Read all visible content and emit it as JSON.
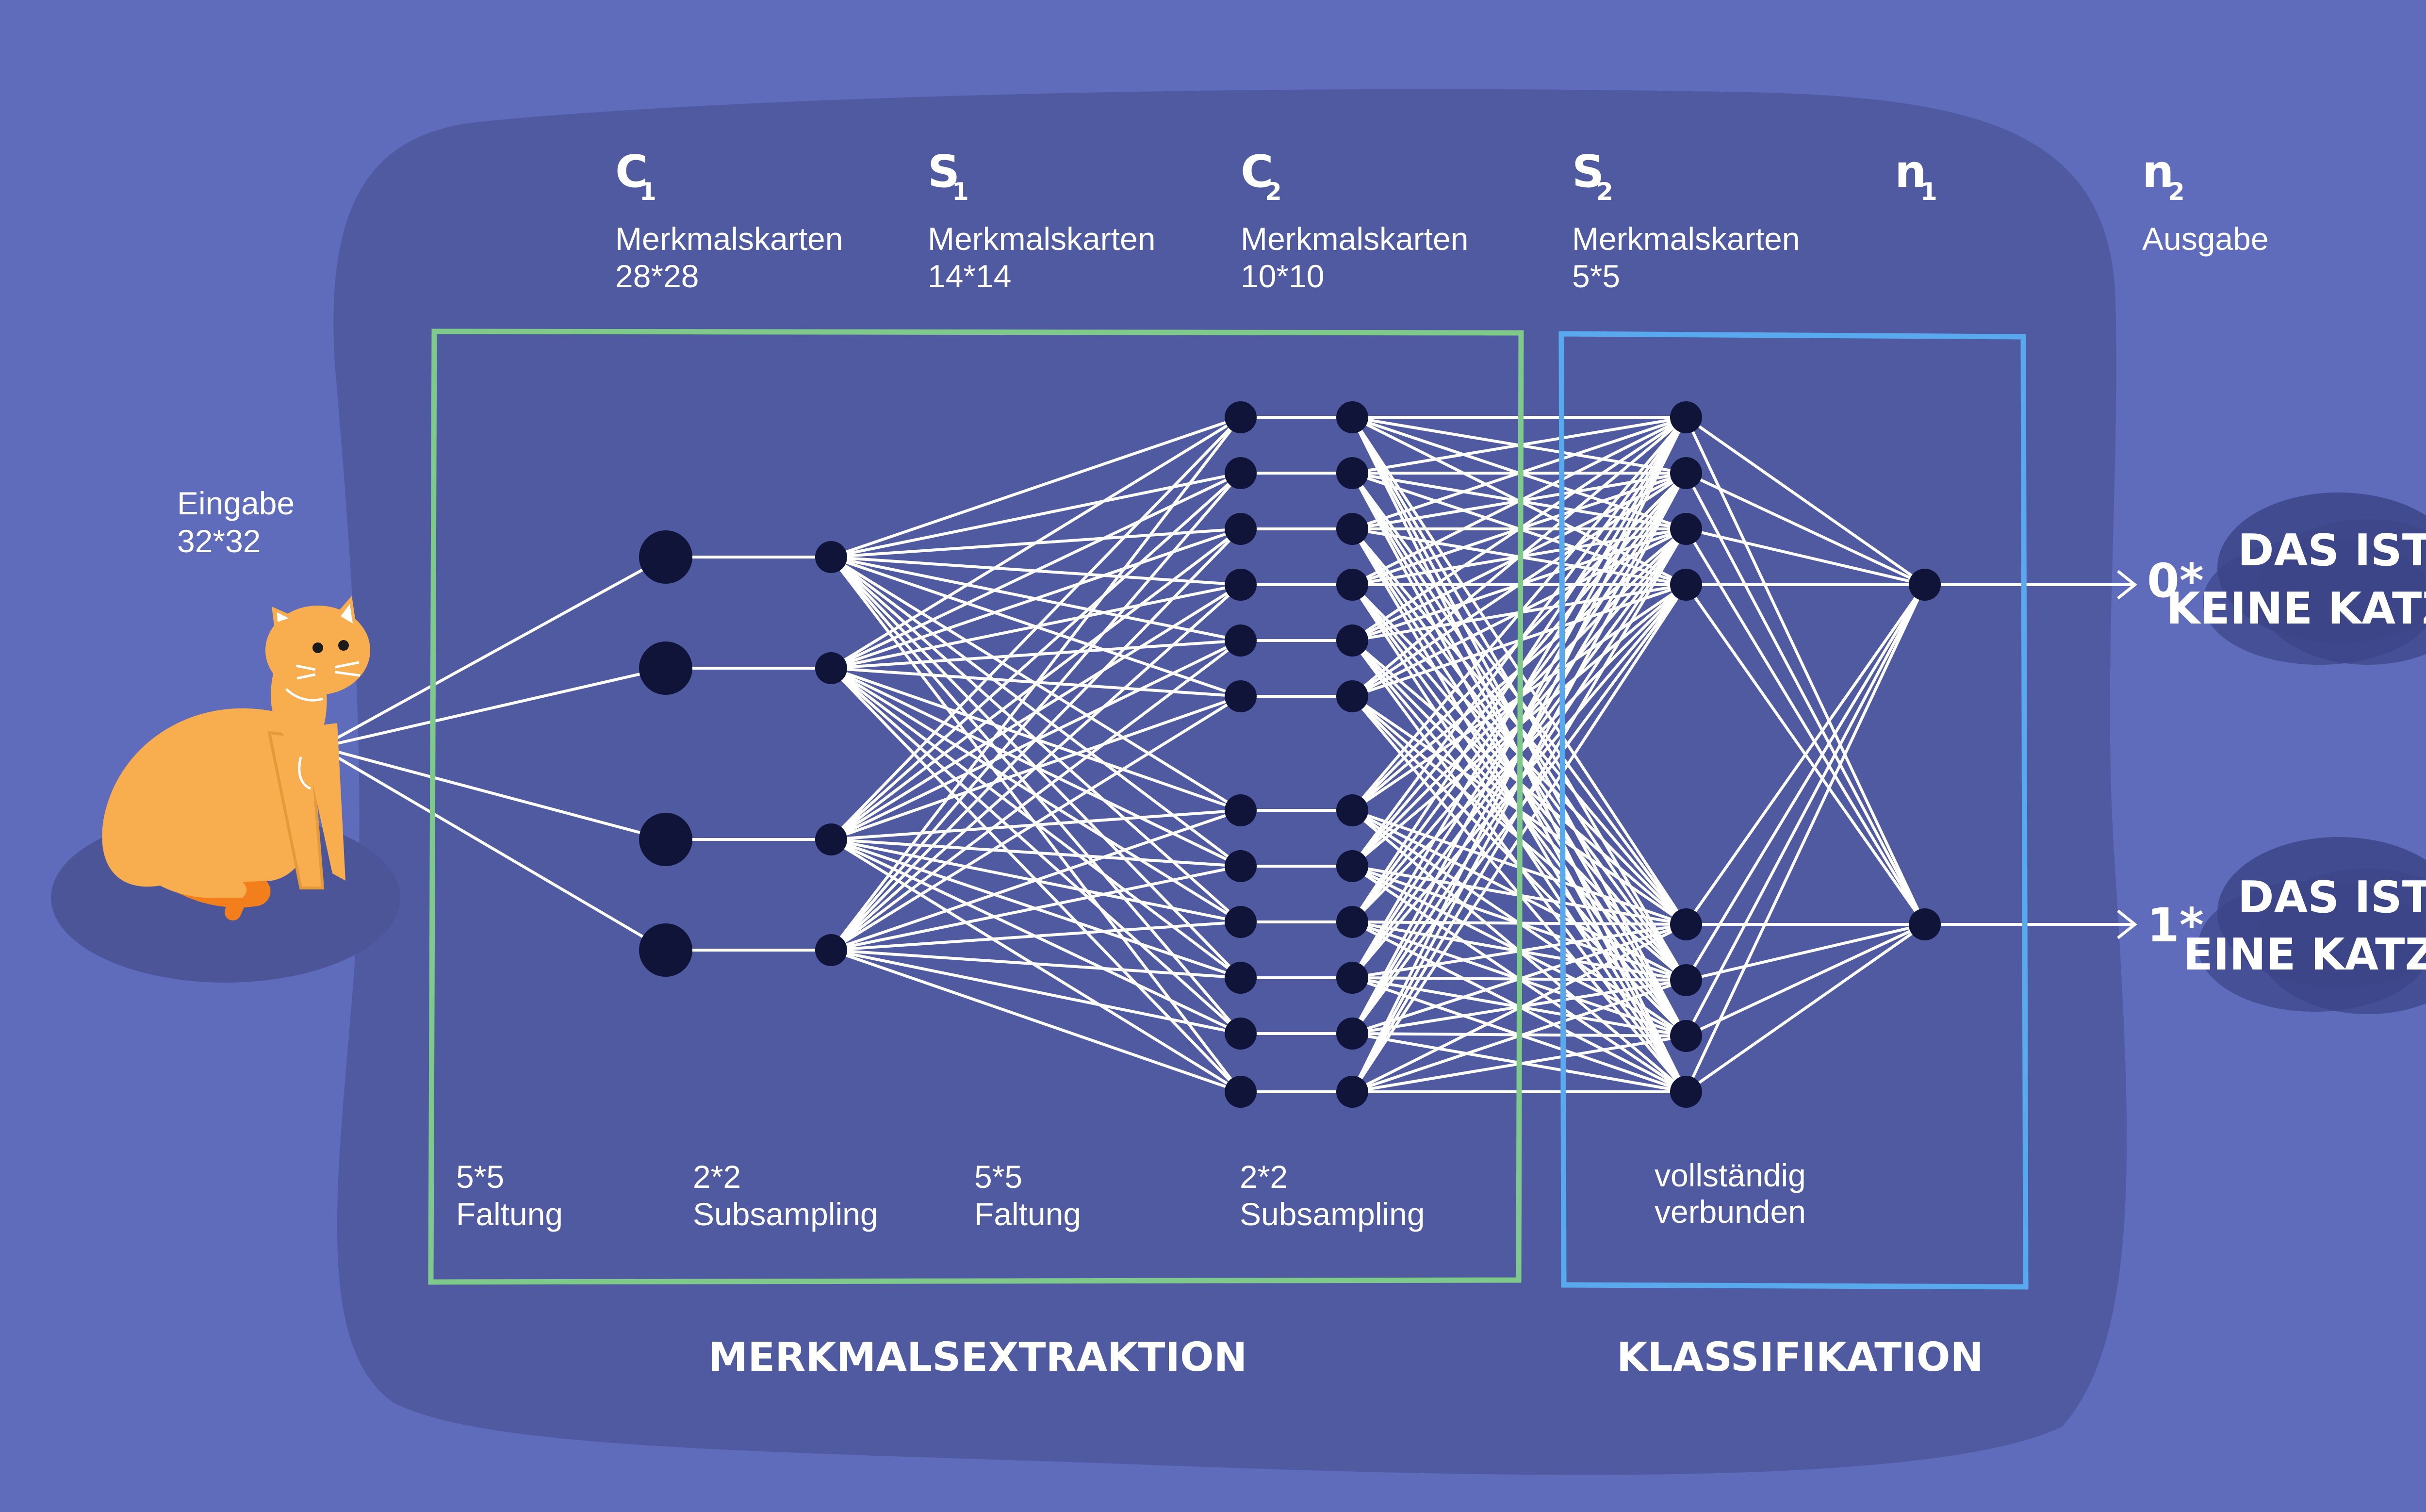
{
  "layers": [
    {
      "symbol": "C",
      "index": "1",
      "caption": "Merkmalskarten",
      "size": "28*28"
    },
    {
      "symbol": "S",
      "index": "1",
      "caption": "Merkmalskarten",
      "size": "14*14"
    },
    {
      "symbol": "C",
      "index": "2",
      "caption": "Merkmalskarten",
      "size": "10*10"
    },
    {
      "symbol": "S",
      "index": "2",
      "caption": "Merkmalskarten",
      "size": "5*5"
    },
    {
      "symbol": "n",
      "index": "1",
      "caption": "",
      "size": ""
    },
    {
      "symbol": "n",
      "index": "2",
      "caption": "Ausgabe",
      "size": ""
    }
  ],
  "input": {
    "label": "Eingabe",
    "size": "32*32"
  },
  "operations": [
    {
      "line1": "5*5",
      "line2": "Faltung"
    },
    {
      "line1": "2*2",
      "line2": "Subsampling"
    },
    {
      "line1": "5*5",
      "line2": "Faltung"
    },
    {
      "line1": "2*2",
      "line2": "Subsampling"
    },
    {
      "line1": "vollständig",
      "line2": "verbunden"
    }
  ],
  "sections": {
    "feature_extraction": "MERKMALSEXTRAKTION",
    "classification": "KLASSIFIKATION"
  },
  "outputs": [
    {
      "value": "0*",
      "line1": "DAS IST",
      "line2": "KEINE KATZE!"
    },
    {
      "value": "1*",
      "line1": "DAS IST",
      "line2": "EINE KATZE!"
    }
  ],
  "colors": {
    "background": "#5f6bbb",
    "blob": "#4f5aa1",
    "node": "#0f1438",
    "extraction_frame": "#7fc98a",
    "classification_frame": "#59a9ee",
    "cat": "#f8ad4f",
    "speech_bubble": "#3c4588"
  }
}
